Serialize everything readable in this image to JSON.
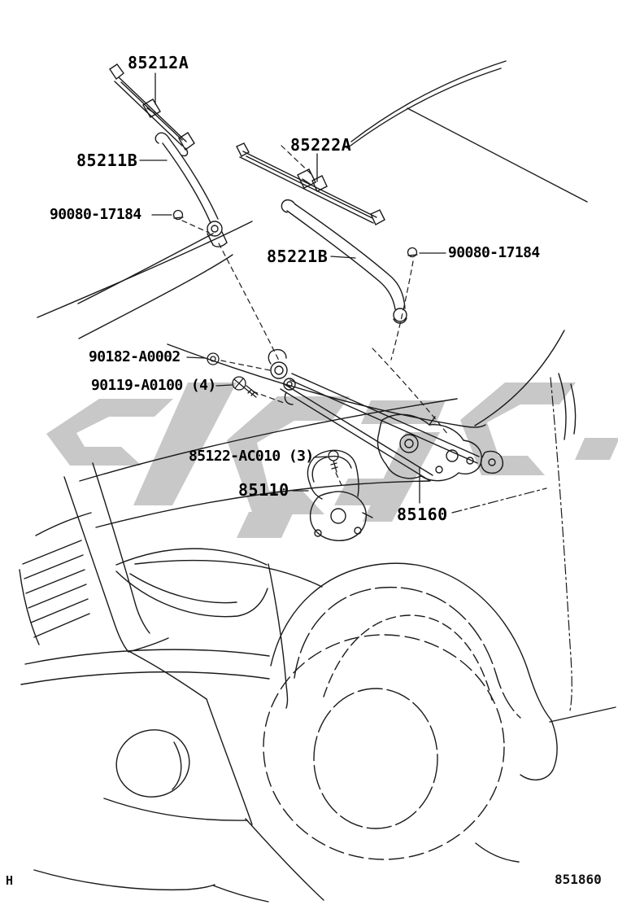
{
  "diagram": {
    "drawing_code": "851860",
    "frame_letter": "H"
  },
  "colors": {
    "background": "#ffffff",
    "line": "#1a1a1a",
    "watermark": "#c8c8c8"
  },
  "parts": {
    "wiper_blade_lh": {
      "label": "85212A"
    },
    "wiper_arm_lh": {
      "label": "85211B"
    },
    "arm_head_cap_lh": {
      "label": "90080-17184"
    },
    "wiper_blade_rh": {
      "label": "85222A"
    },
    "wiper_arm_rh": {
      "label": "85221B"
    },
    "arm_head_cap_rh": {
      "label": "90080-17184"
    },
    "pivot_grommet": {
      "label": "90182-A0002"
    },
    "pivot_bolt": {
      "label": "90119-A0100 (4)"
    },
    "motor_bolt": {
      "label": "85122-AC010 (3)"
    },
    "wiper_motor": {
      "label": "85110"
    },
    "wiper_link_assembly": {
      "label": "85160"
    }
  }
}
